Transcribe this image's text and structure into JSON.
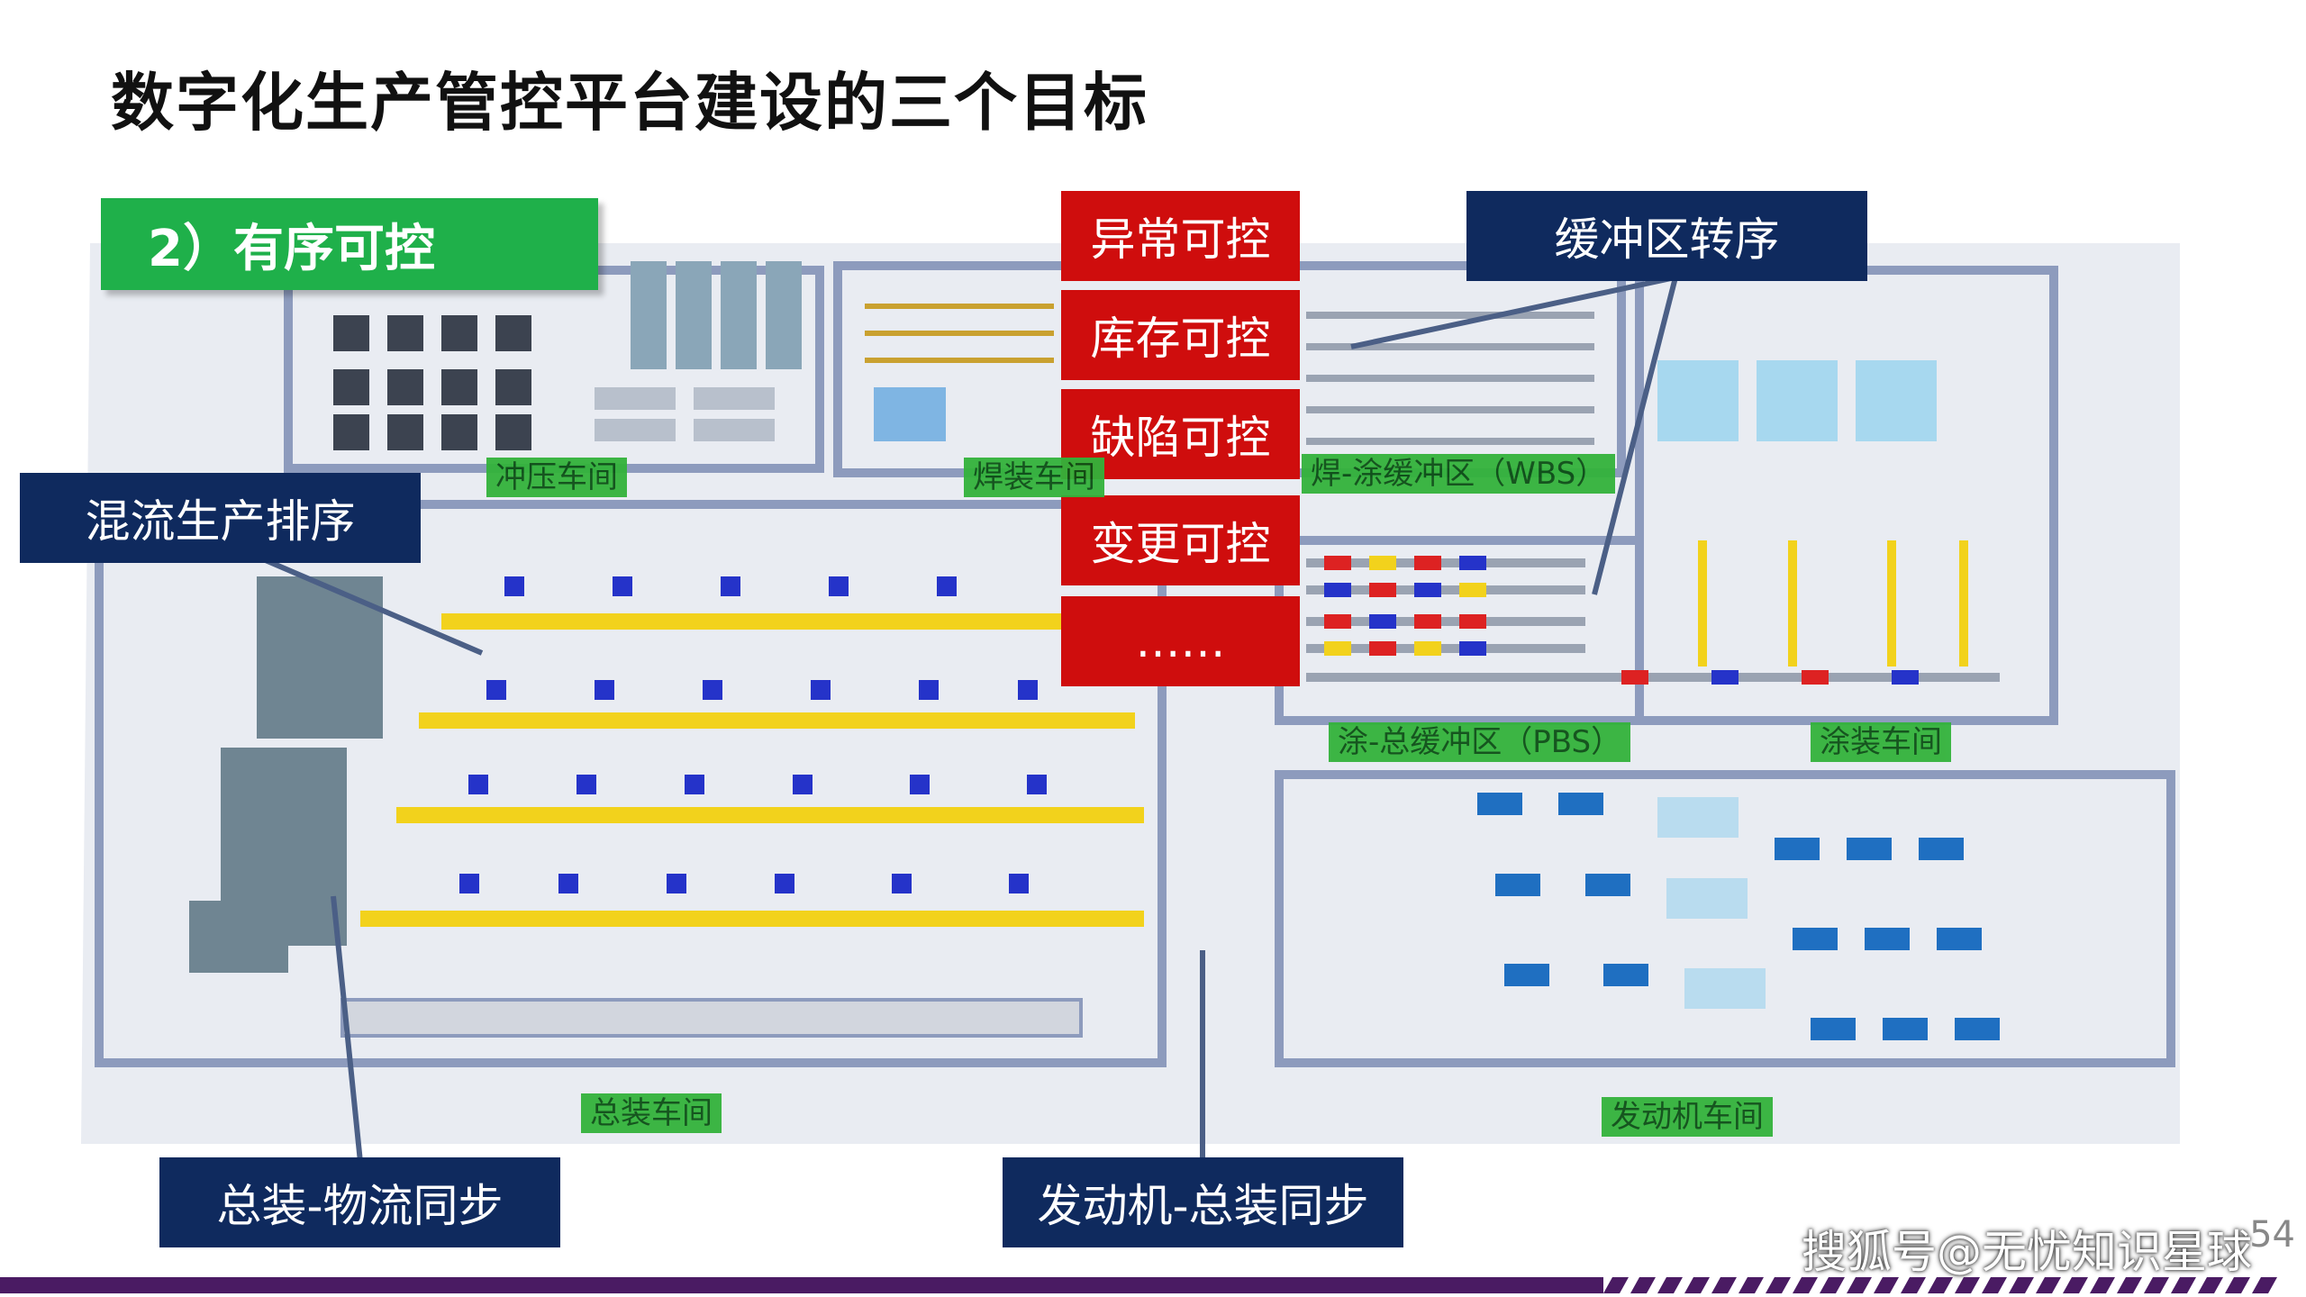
{
  "title": "数字化生产管控平台建设的三个目标",
  "section_tag": "2）有序可控",
  "red_boxes": [
    "异常可控",
    "库存可控",
    "缺陷可控",
    "变更可控",
    "……"
  ],
  "callouts": {
    "buffer_resequence": "缓冲区转序",
    "mixed_sequencing": "混流生产排序",
    "assembly_logistics_sync": "总装-物流同步",
    "engine_assembly_sync": "发动机-总装同步"
  },
  "area_labels": {
    "stamping": "冲压车间",
    "welding": "焊装车间",
    "wbs": "焊-涂缓冲区（WBS）",
    "pbs": "涂-总缓冲区（PBS）",
    "painting": "涂装车间",
    "assembly": "总装车间",
    "engine": "发动机车间"
  },
  "watermark": "搜狐号@无忧知识星球",
  "page_number": "54",
  "colors": {
    "navy": "#0f2a5e",
    "red": "#cf0d0d",
    "green": "#1fb04a",
    "floor": "#e9ecf2",
    "wall": "#8d9bbd",
    "conveyor_yellow": "#f2d21c",
    "robot_blue": "#2533c9",
    "bottom_bar": "#4a1b63"
  }
}
